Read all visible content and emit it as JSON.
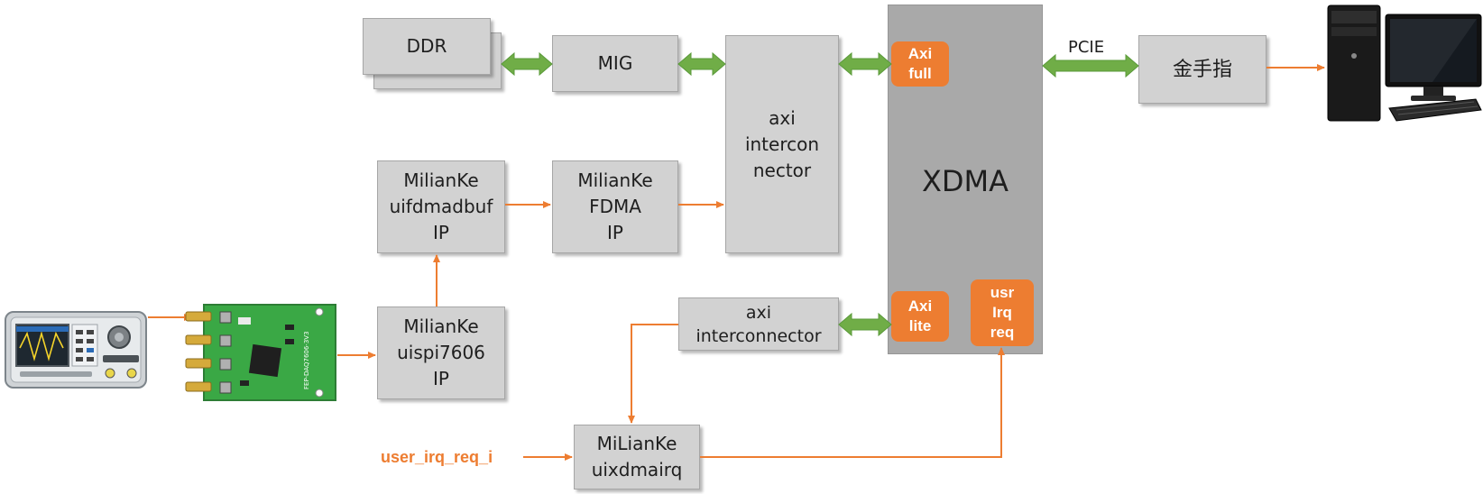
{
  "blocks": {
    "ddr": "DDR",
    "mig": "MIG",
    "axi_interconnector_top": "axi\nintercon\nnector",
    "uifdmadbuf": "MilianKe\nuifdmadbuf\nIP",
    "fdma": "MilianKe\nFDMA\nIP",
    "uispi7606": "MilianKe\nuispi7606\nIP",
    "axi_interconnector_bottom": "axi\ninterconnector",
    "uixdmairq": "MiLianKe\nuixdmairq",
    "goldfinger": "金手指",
    "xdma": "XDMA"
  },
  "xdma_ports": {
    "axi_full": "Axi\nfull",
    "axi_lite": "Axi\nlite",
    "usr_irq_req": "usr\nIrq\nreq"
  },
  "labels": {
    "pcie": "PCIE",
    "user_irq_req_i": "user_irq_req_i",
    "board_silkscreen": "FEP-DAQ7606-3V3"
  },
  "icons": [
    "signal-generator-icon",
    "adc-board-icon",
    "desktop-computer-icon"
  ],
  "colors": {
    "block_fill": "#d2d2d2",
    "xdma_fill": "#a9a9a9",
    "orange": "#ed7d31",
    "green_arrow": "#70ad47",
    "pcb_green": "#3aa845"
  }
}
